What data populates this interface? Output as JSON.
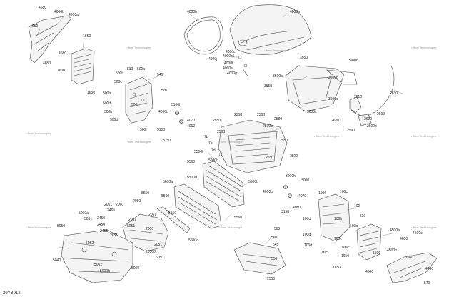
{
  "page_number": "30YB01II",
  "watermark": "• Bear Technologies",
  "callouts": [
    {
      "id": "4680a",
      "text": "4680"
    },
    {
      "id": "4600b-tl",
      "text": "4600b"
    },
    {
      "id": "4600a-tl",
      "text": "4600a"
    },
    {
      "id": "4650-tl",
      "text": "4650"
    },
    {
      "id": "4680-tl2",
      "text": "4680"
    },
    {
      "id": "4650b-tl",
      "text": "4650"
    },
    {
      "id": "1650-tl",
      "text": "1650"
    },
    {
      "id": "1600-tl",
      "text": "1600"
    },
    {
      "id": "1650-tl2",
      "text": "1650"
    },
    {
      "id": "4000h",
      "text": "4000h"
    },
    {
      "id": "4000a",
      "text": "4000a"
    },
    {
      "id": "4000c",
      "text": "4000c"
    },
    {
      "id": "4000c1",
      "text": "4000c1"
    },
    {
      "id": "4000j",
      "text": "4000j"
    },
    {
      "id": "4000f",
      "text": "4000f"
    },
    {
      "id": "4000e",
      "text": "4000e"
    },
    {
      "id": "4000g",
      "text": "4000g"
    },
    {
      "id": "530-a",
      "text": "530"
    },
    {
      "id": "500a-a",
      "text": "500a"
    },
    {
      "id": "540-a",
      "text": "540"
    },
    {
      "id": "500b-a",
      "text": "500b"
    },
    {
      "id": "500c-a",
      "text": "500c"
    },
    {
      "id": "500-a",
      "text": "500"
    },
    {
      "id": "500b-b",
      "text": "500b"
    },
    {
      "id": "500d-a",
      "text": "500d"
    },
    {
      "id": "500f-a",
      "text": "500f"
    },
    {
      "id": "500b-c",
      "text": "500b"
    },
    {
      "id": "500d-b",
      "text": "500d"
    },
    {
      "id": "3100h",
      "text": "3100h"
    },
    {
      "id": "4080b",
      "text": "4080b"
    },
    {
      "id": "4070",
      "text": "4070"
    },
    {
      "id": "4060",
      "text": "4060"
    },
    {
      "id": "3100",
      "text": "3100"
    },
    {
      "id": "500i",
      "text": "500i"
    },
    {
      "id": "3150-a",
      "text": "3150"
    },
    {
      "id": "3550-a",
      "text": "3550"
    },
    {
      "id": "3500b",
      "text": "3500b"
    },
    {
      "id": "3500a",
      "text": "3500a"
    },
    {
      "id": "3550-b",
      "text": "3550"
    },
    {
      "id": "3600b",
      "text": "3600b"
    },
    {
      "id": "2630",
      "text": "2630"
    },
    {
      "id": "2610",
      "text": "2610"
    },
    {
      "id": "3600c",
      "text": "3600c"
    },
    {
      "id": "2600",
      "text": "2600"
    },
    {
      "id": "2620",
      "text": "2620"
    },
    {
      "id": "2600b",
      "text": "2600b"
    },
    {
      "id": "2590",
      "text": "2590"
    },
    {
      "id": "2620b",
      "text": "2620"
    },
    {
      "id": "3600d",
      "text": "3600c"
    },
    {
      "id": "2550-a",
      "text": "2550"
    },
    {
      "id": "2580",
      "text": "2580"
    },
    {
      "id": "2550-b",
      "text": "2550"
    },
    {
      "id": "2500b",
      "text": "2500b"
    },
    {
      "id": "2580b",
      "text": "2580"
    },
    {
      "id": "2550-c",
      "text": "2550"
    },
    {
      "id": "2500",
      "text": "2500"
    },
    {
      "id": "2550-d",
      "text": "2550"
    },
    {
      "id": "2560",
      "text": "2560"
    },
    {
      "id": "7b",
      "text": "7b"
    },
    {
      "id": "7a",
      "text": "7a"
    },
    {
      "id": "7d",
      "text": "7d"
    },
    {
      "id": "7c",
      "text": "7c"
    },
    {
      "id": "5500f",
      "text": "5500f"
    },
    {
      "id": "5500h",
      "text": "5500h"
    },
    {
      "id": "5560-a",
      "text": "5560"
    },
    {
      "id": "5500d",
      "text": "5500d"
    },
    {
      "id": "5600a",
      "text": "5600a"
    },
    {
      "id": "5550-a",
      "text": "5550"
    },
    {
      "id": "5500b",
      "text": "5500b"
    },
    {
      "id": "5560-b",
      "text": "5560"
    },
    {
      "id": "5550-b",
      "text": "5550"
    },
    {
      "id": "5560-c",
      "text": "5560"
    },
    {
      "id": "5500c",
      "text": "5500c"
    },
    {
      "id": "3000h",
      "text": "3000h"
    },
    {
      "id": "3000",
      "text": "3000"
    },
    {
      "id": "4600b-r",
      "text": "4600b"
    },
    {
      "id": "4070-r",
      "text": "4070"
    },
    {
      "id": "4080-r",
      "text": "4080"
    },
    {
      "id": "3150-r",
      "text": "3150"
    },
    {
      "id": "100f",
      "text": "100f"
    },
    {
      "id": "100c-a",
      "text": "100c"
    },
    {
      "id": "100-a",
      "text": "100"
    },
    {
      "id": "100d-a",
      "text": "100d"
    },
    {
      "id": "100b-a",
      "text": "100b"
    },
    {
      "id": "530-r",
      "text": "530"
    },
    {
      "id": "100b-b",
      "text": "100b"
    },
    {
      "id": "100d-b",
      "text": "100d"
    },
    {
      "id": "100c-b",
      "text": "100c"
    },
    {
      "id": "100d-c",
      "text": "100d"
    },
    {
      "id": "100c-c",
      "text": "100c"
    },
    {
      "id": "100c-d",
      "text": "100c"
    },
    {
      "id": "1650-r",
      "text": "1650"
    },
    {
      "id": "4500a-r",
      "text": "4500a"
    },
    {
      "id": "4500c",
      "text": "4500c"
    },
    {
      "id": "4650-r",
      "text": "4650"
    },
    {
      "id": "4500b",
      "text": "4500b"
    },
    {
      "id": "1660-r",
      "text": "1660"
    },
    {
      "id": "1650-r2",
      "text": "1650"
    },
    {
      "id": "1500-r",
      "text": "1500"
    },
    {
      "id": "4680-r",
      "text": "4680"
    },
    {
      "id": "4680-r2",
      "text": "4680"
    },
    {
      "id": "570",
      "text": "570"
    },
    {
      "id": "565",
      "text": "565"
    },
    {
      "id": "560",
      "text": "560"
    },
    {
      "id": "545",
      "text": "545"
    },
    {
      "id": "550",
      "text": "550"
    },
    {
      "id": "2550-bl",
      "text": "2550"
    },
    {
      "id": "2051-a",
      "text": "2051"
    },
    {
      "id": "2060",
      "text": "2060"
    },
    {
      "id": "2050",
      "text": "2050"
    },
    {
      "id": "2051-b",
      "text": "2051"
    },
    {
      "id": "2465",
      "text": "2465"
    },
    {
      "id": "2460",
      "text": "2460"
    },
    {
      "id": "2450",
      "text": "2450"
    },
    {
      "id": "2455",
      "text": "2455"
    },
    {
      "id": "2051-c",
      "text": "2051"
    },
    {
      "id": "2051-d",
      "text": "2051"
    },
    {
      "id": "2000",
      "text": "2000"
    },
    {
      "id": "20500",
      "text": "20500"
    },
    {
      "id": "2051-e",
      "text": "2051"
    },
    {
      "id": "5050-a",
      "text": "5050"
    },
    {
      "id": "5051-a",
      "text": "5051"
    },
    {
      "id": "5000a",
      "text": "5000a"
    },
    {
      "id": "5051-b",
      "text": "5051"
    },
    {
      "id": "5050-b",
      "text": "5050"
    },
    {
      "id": "5052-a",
      "text": "5052"
    },
    {
      "id": "5040",
      "text": "5040"
    },
    {
      "id": "5052-b",
      "text": "5052"
    },
    {
      "id": "5000b",
      "text": "5000b"
    },
    {
      "id": "5050-c",
      "text": "5050"
    }
  ]
}
